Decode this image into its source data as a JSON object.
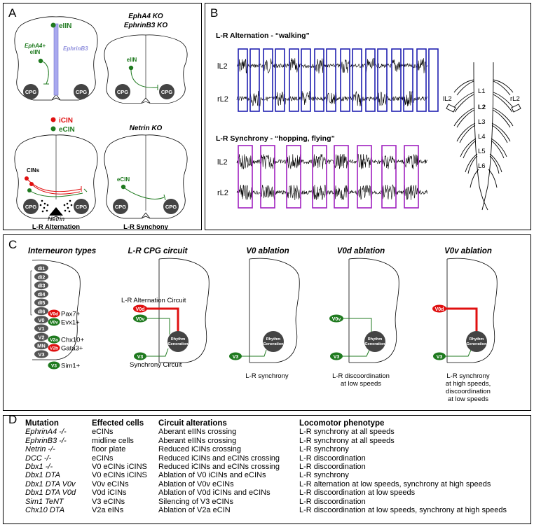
{
  "panels": {
    "a": "A",
    "b": "B",
    "c": "C",
    "d": "D"
  },
  "colors": {
    "green": "#1f7a1f",
    "red": "#e01010",
    "blue": "#2020b0",
    "purple": "#a020c0",
    "lavender": "#a8a8ee",
    "cpg": "#444444"
  },
  "panel_a": {
    "top_left": {
      "legend": "eIIN",
      "epha4": "EphA4+",
      "eiin": "eIIN",
      "ephrinb3": "EphrinB3"
    },
    "top_right": {
      "title1": "EphA4 KO",
      "title2": "EphrinB3 KO",
      "eiin": "eIIN"
    },
    "bottom_left": {
      "legend_red": "iCIN",
      "legend_green": "eCIN",
      "cins": "CINs",
      "netrin": "Netrin",
      "caption": "L-R Alternation"
    },
    "bottom_right": {
      "title": "Netrin KO",
      "ecin": "eCIN",
      "caption": "L-R Synchony"
    },
    "cpg": "CPG"
  },
  "panel_b": {
    "alt_title": "L-R Alternation - “walking”",
    "syn_title": "L-R Synchrony - “hopping, flying”",
    "left_trace": "lL2",
    "right_trace": "rL2",
    "cord_labels": [
      "L1",
      "L2",
      "L3",
      "L4",
      "L5",
      "L6"
    ],
    "root_left": "lL2",
    "root_right": "rL2"
  },
  "panel_c": {
    "interneuron_title": "Interneuron types",
    "circuit_title": "L-R CPG circuit",
    "v0_title": "V0 ablation",
    "v0d_title": "V0d ablation",
    "v0v_title": "V0v ablation",
    "domains": [
      "dI1",
      "dI2",
      "dI3",
      "dI4",
      "dI5",
      "dI6",
      "V0",
      "V1",
      "V2",
      "MN",
      "V3"
    ],
    "markers": [
      {
        "tag": "V0d",
        "gene": "Pax7+"
      },
      {
        "tag": "V0v",
        "gene": "Evx1+"
      },
      {
        "tag": "V2a",
        "gene": "Chx10+"
      },
      {
        "tag": "V2b",
        "gene": "Gata3+"
      },
      {
        "tag": "V3",
        "gene": "Sim1+"
      }
    ],
    "rhythm1": "Rhythm",
    "rhythm2": "Generation",
    "alt_circuit": "L-R Alternation Circuit",
    "syn_circuit": "Synchrony Circuit",
    "v0d": "V0d",
    "v0v": "V0v",
    "v3": "V3",
    "v0_result": "L-R synchrony",
    "v0d_result1": "L-R discoordination",
    "v0d_result2": "at low speeds",
    "v0v_result1": "L-R synchrony",
    "v0v_result2": "at high speeds,",
    "v0v_result3": "discoordination",
    "v0v_result4": "at low speeds"
  },
  "panel_d": {
    "headers": [
      "Mutation",
      "Effected cells",
      "Circuit alterations",
      "Locomotor phenotype"
    ],
    "rows": [
      [
        "EphrinA4 -/-",
        "eCINs",
        "Aberant eIINs crossing",
        "L-R synchrony at all speeds"
      ],
      [
        "EphrinB3 -/-",
        "midline cells",
        "Aberant eIINs crossing",
        "L-R synchrony at all speeds"
      ],
      [
        "Netrin -/-",
        "floor plate",
        "Reduced iCINs crossing",
        "L-R synchrony"
      ],
      [
        "DCC -/-",
        "eCINs",
        "Reduced iCINs and eCINs crossing",
        "L-R discoordination"
      ],
      [
        "Dbx1 -/-",
        "V0 eCINs iCINS",
        "Reduced iCINs and eCINs crossing",
        "L-R discoordination"
      ],
      [
        "Dbx1 DTA",
        "V0 eCINs iCINS",
        "Ablation of V0 iCINs and eCINs",
        "L-R synchrony"
      ],
      [
        "Dbx1 DTA V0v",
        "V0v eCINs",
        "Ablation of V0v eCINs",
        "L-R alternation at low speeds, synchrony at high speeds"
      ],
      [
        "Dbx1 DTA V0d",
        "V0d iCINs",
        "Ablation of V0d iCINs and eCINs",
        "L-R discoordination at low speeds"
      ],
      [
        "Sim1 TeNT",
        "V3 eCINs",
        "Silencing of V3 eCINs",
        "L-R discoordination"
      ],
      [
        "Chx10 DTA",
        "V2a eINs",
        "Ablation of V2a eCIN",
        "L-R discoordination at low speeds, synchrony at high speeds"
      ]
    ]
  }
}
